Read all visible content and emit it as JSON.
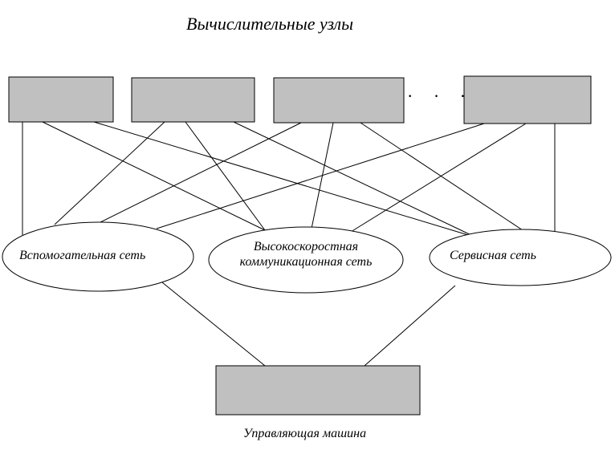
{
  "title": "Вычислительные узлы",
  "ellipsis": "· · ·",
  "networks": {
    "aux": "Вспомогательная сеть",
    "comm_line1": "Высокоскоростная",
    "comm_line2": "коммуникационная сеть",
    "service": "Сервисная сеть"
  },
  "control_machine": "Управляющая машина",
  "colors": {
    "box_fill": "#c0c0c0",
    "stroke": "#000000"
  }
}
